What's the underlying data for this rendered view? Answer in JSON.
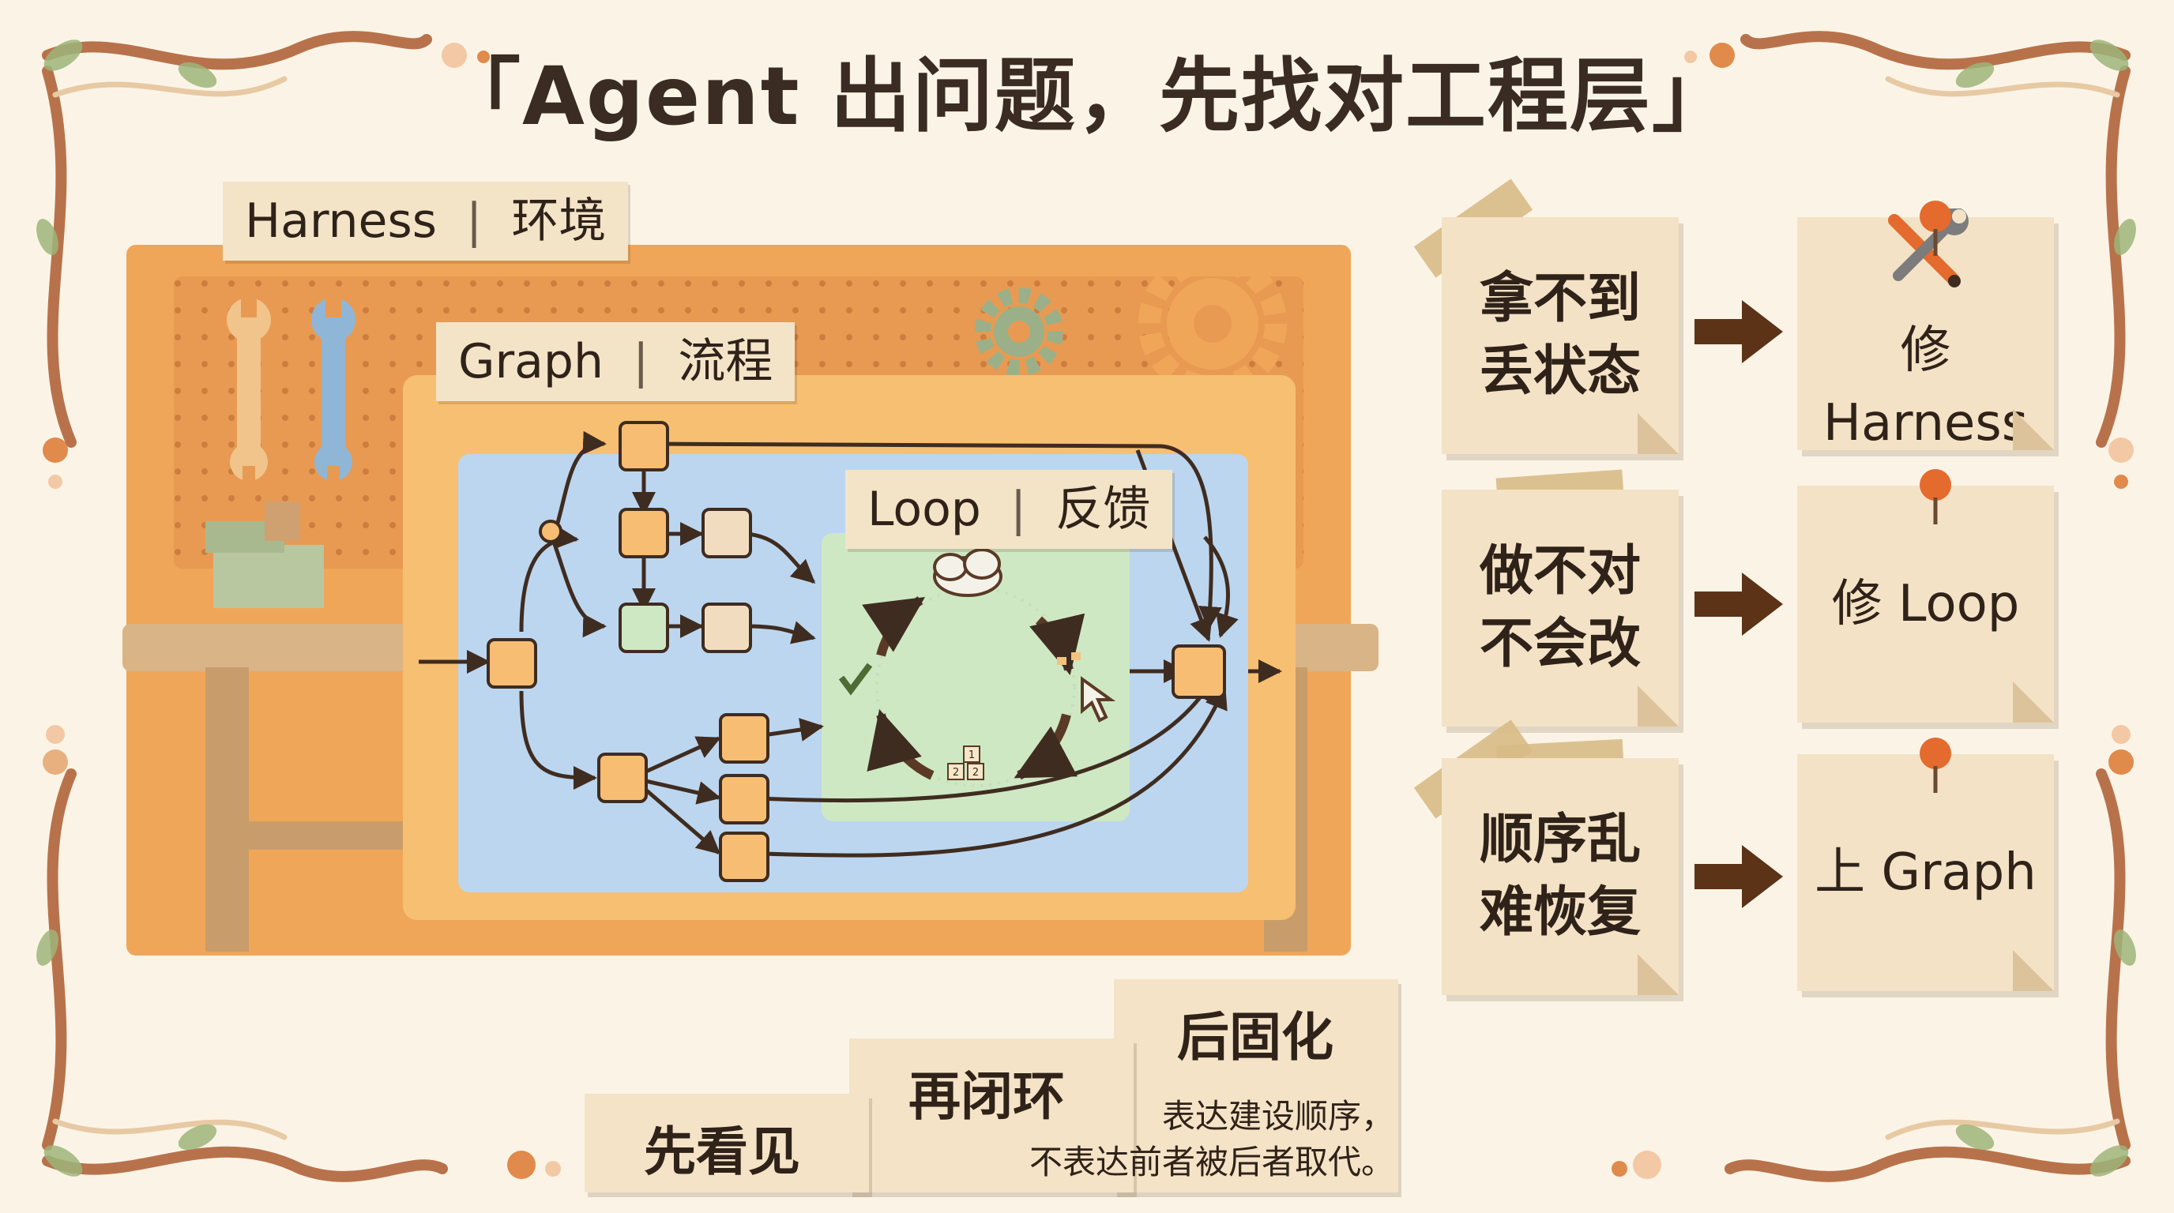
{
  "title": "「Agent 出问题，先找对工程层」",
  "layers": {
    "harness": {
      "name": "Harness",
      "label": "环境"
    },
    "graph": {
      "name": "Graph",
      "label": "流程"
    },
    "loop": {
      "name": "Loop",
      "label": "反馈"
    }
  },
  "loop_badges": [
    "1",
    "2",
    "2"
  ],
  "colors": {
    "harness": "#f0a659",
    "graph": "#f7bf71",
    "graph_canvas": "#bcd6ef",
    "loop": "#cfe8c4",
    "node": "#f7bd73",
    "edge": "#3f2c20",
    "arrow": "#5c3317"
  },
  "diagnosis": [
    {
      "symptom": [
        "拿不到",
        "丢状态"
      ],
      "fix": "修 Harness",
      "icon": "wrench-screwdriver-icon"
    },
    {
      "symptom": [
        "做不对",
        "不会改"
      ],
      "fix": "修 Loop"
    },
    {
      "symptom": [
        "顺序乱",
        "难恢复"
      ],
      "fix": "上 Graph"
    }
  ],
  "steps": [
    "先看见",
    "再闭环",
    "后固化"
  ],
  "steps_note": [
    "表达建设顺序，",
    "不表达前者被后者取代。"
  ]
}
